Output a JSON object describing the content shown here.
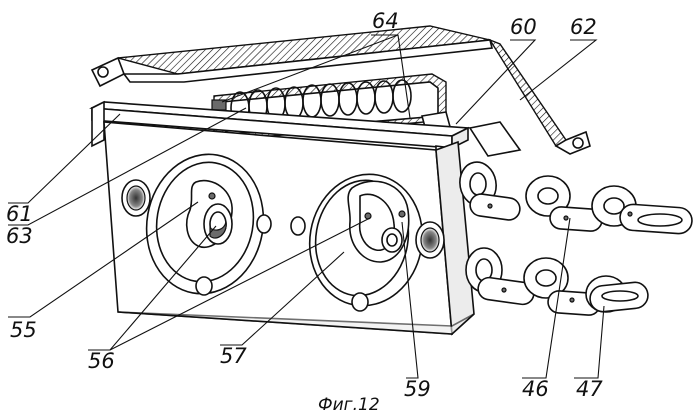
{
  "labels": {
    "l64": "64",
    "l60": "60",
    "l62": "62",
    "l61": "61",
    "l63": "63",
    "l55": "55",
    "l56": "56",
    "l57": "57",
    "l59": "59",
    "l46": "46",
    "l47": "47"
  },
  "caption": "Фиг.12"
}
